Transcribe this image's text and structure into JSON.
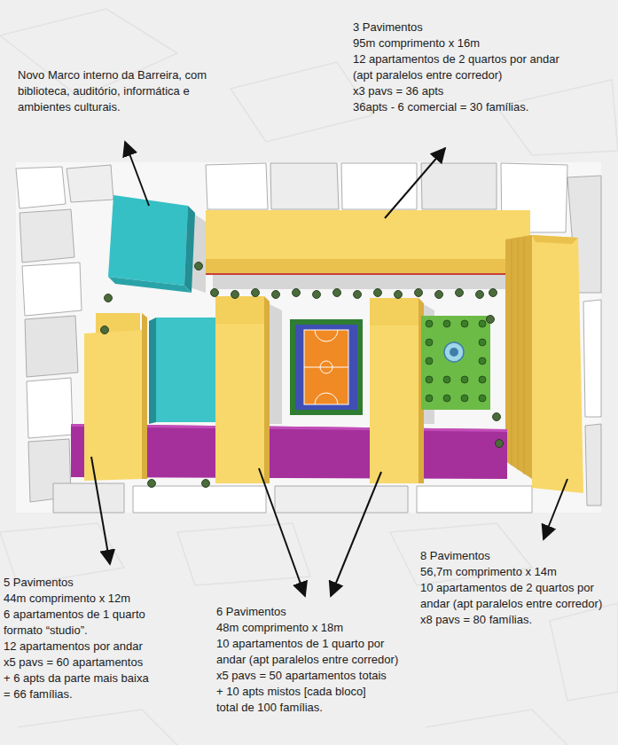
{
  "diagram": {
    "labels": [
      "3 Pavimentos",
      "95m comprimento x 16m",
      "12 apartamentos de 2 quartos por andar (apt paralelos entre corredor)",
      "x3 pavs = 36 apts",
      "36apts - 6 comercial = 30 famílias.",
      "Novo Marco interno da Barreira, com biblioteca, auditório, informática e ambientes culturais.",
      "5 Pavimentos",
      "44m comprimento x 12m",
      "6 apartamentos de 1 quarto formato “studio”.",
      "12 apartamentos por andar",
      "x5 pavs = 60 apartamentos",
      "+ 6 apts da parte mais baixa",
      "= 66 famílias.",
      "6 Pavimentos",
      "48m comprimento x 18m",
      "10 apartamentos de 1 quarto por andar (apt paralelos entre corredor)",
      "x5 pavs = 50 apartamentos totais",
      "+ 10 apts mistos [cada bloco]",
      "total de 100 famílias.",
      "8 Pavimentos",
      "56,7m comprimento x 14m",
      "10 apartamentos de 2 quartos por andar (apt paralelos entre corredor)",
      "x8 pavs = 80 famílias."
    ]
  }
}
